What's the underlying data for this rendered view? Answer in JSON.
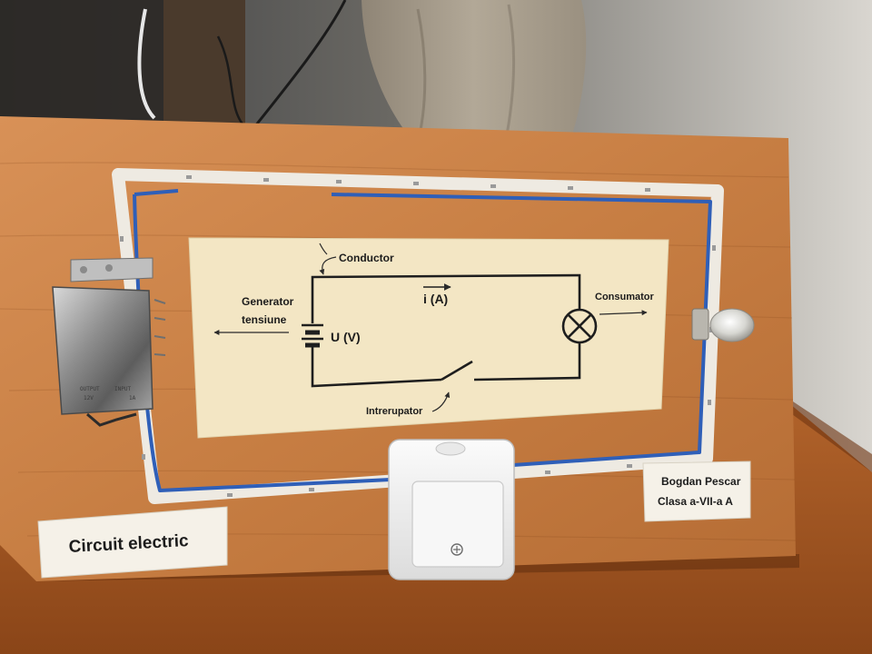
{
  "board": {
    "title_card": "Circuit electric",
    "author_name": "Bogdan Pescar",
    "author_class": "Clasa a-VII-a A"
  },
  "diagram": {
    "conductor": "Conductor",
    "generator_line1": "Generator",
    "generator_line2": "tensiune",
    "voltage": "U (V)",
    "current": "i (A)",
    "consumer": "Consumator",
    "switch": "Intrerupator"
  },
  "power_supply": {
    "output_label": "OUTPUT",
    "input_label": "INPUT",
    "output_value": "12V",
    "input_value": "1A"
  },
  "colors": {
    "wood": "#c9854a",
    "wire": "#2f5fb8",
    "paper": "#f3e6c4",
    "led_strip": "#eeeae2"
  }
}
